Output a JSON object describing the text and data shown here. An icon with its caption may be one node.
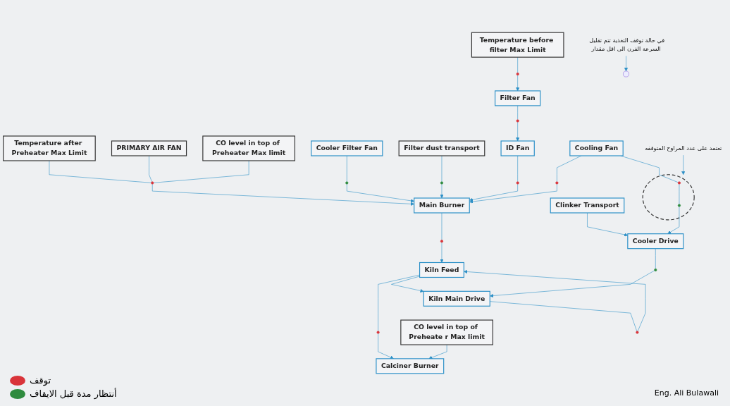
{
  "diagram": {
    "nodes": [
      {
        "text": [
          "Temperature after Preheater Max Limit"
        ]
      },
      {
        "text": [
          "PRIMARY AIR FAN"
        ]
      },
      {
        "text": [
          "CO level in top of Preheater Max limit"
        ]
      },
      {
        "text": [
          "Temperature before filter Max Limit"
        ]
      },
      {
        "text": [
          "Cooler Filter Fan"
        ]
      },
      {
        "text": [
          "Filter dust transport"
        ]
      },
      {
        "text": [
          "Filter Fan"
        ]
      },
      {
        "text": [
          "ID Fan"
        ]
      },
      {
        "text": [
          "Main Burner"
        ]
      },
      {
        "text": [
          "Cooling Fan"
        ]
      },
      {
        "text": [
          "CO level in top of Preheate r Max limit"
        ]
      },
      {
        "text": [
          "Calciner Burner"
        ]
      },
      {
        "text": [
          "Kiln Feed"
        ]
      },
      {
        "text": [
          "تعتمد على عدد المراوح المتوقفه"
        ]
      },
      {
        "text": [
          "في حالة توقف التغذية تتم تقليل السرعة الفرن الى اقل مقدار"
        ]
      },
      {
        "text": [
          "Kiln Main Drive"
        ]
      },
      {
        "text": [
          "Cooler Drive"
        ]
      },
      {
        "text": [
          "Clinker Transport"
        ]
      },
      {
        "text": [],
        "shape": "circle"
      },
      {
        "text": [],
        "shape": "circle",
        "in": 18
      },
      {
        "text": [],
        "shape": "circle",
        "in": 18
      },
      {
        "text": [],
        "shape": "circle"
      },
      {
        "text": [],
        "shape": "circle"
      },
      {
        "text": [],
        "shape": "circle"
      },
      {
        "text": [],
        "shape": "circle"
      },
      {
        "text": [],
        "shape": "circle"
      },
      {
        "text": [],
        "shape": "circle"
      },
      {
        "text": [],
        "shape": "circle"
      },
      {
        "text": [],
        "shape": "circle"
      },
      {
        "text": [],
        "shape": "circle"
      },
      {
        "text": [],
        "shape": "circle"
      },
      {
        "text": [],
        "shape": "circle"
      }
    ],
    "edges": [
      {
        "from": 0,
        "to": 22,
        "arrow": "none"
      },
      {
        "from": 1,
        "to": 22,
        "arrow": "none"
      },
      {
        "from": 2,
        "to": 22,
        "arrow": "none"
      },
      {
        "from": 22,
        "to": 8,
        "arrow": "to"
      },
      {
        "from": 3,
        "to": 23,
        "arrow": "none"
      },
      {
        "from": 23,
        "to": 6,
        "arrow": "to"
      },
      {
        "from": 4,
        "to": 21,
        "arrow": "none"
      },
      {
        "from": 21,
        "to": 8,
        "arrow": "to"
      },
      {
        "from": 5,
        "to": 24,
        "arrow": "none"
      },
      {
        "from": 24,
        "to": 8,
        "arrow": "to"
      },
      {
        "from": 6,
        "to": 26,
        "arrow": "none"
      },
      {
        "from": 26,
        "to": 7,
        "arrow": "to"
      },
      {
        "from": 7,
        "to": 27,
        "arrow": "none"
      },
      {
        "from": 27,
        "to": 8,
        "arrow": "to"
      },
      {
        "from": 9,
        "to": 25,
        "arrow": "none"
      },
      {
        "from": 25,
        "to": 8,
        "arrow": "to"
      },
      {
        "from": 8,
        "to": 28,
        "arrow": "none"
      },
      {
        "from": 28,
        "to": 12,
        "arrow": "to"
      },
      {
        "from": 12,
        "to": 29,
        "arrow": "none"
      },
      {
        "from": 29,
        "to": 11,
        "arrow": "to"
      },
      {
        "from": 10,
        "to": 11,
        "arrow": "to"
      },
      {
        "from": 15,
        "to": 30,
        "arrow": "none"
      },
      {
        "from": 30,
        "to": 12,
        "arrow": "to"
      },
      {
        "from": 12,
        "to": 15,
        "arrow": "to"
      },
      {
        "from": 14,
        "to": null,
        "arrow": "to"
      },
      {
        "from": 16,
        "to": 31,
        "arrow": "none"
      },
      {
        "from": 31,
        "to": 15,
        "arrow": "to"
      },
      {
        "from": 17,
        "to": 16,
        "arrow": "to"
      },
      {
        "from": 9,
        "to": 19,
        "arrow": "none"
      },
      {
        "from": 19,
        "to": 20,
        "arrow": "none"
      },
      {
        "from": 20,
        "to": 16,
        "arrow": "to"
      },
      {
        "from": 13,
        "to": 18,
        "arrow": "to"
      }
    ],
    "labels": [
      "Eng. Ali Bulawali"
    ],
    "legend": [
      {
        "text": "توقف",
        "color": "#d9343a"
      },
      {
        "text": "أنتظار مدة قبل الايقاف",
        "color": "#2e8b3e"
      }
    ]
  }
}
